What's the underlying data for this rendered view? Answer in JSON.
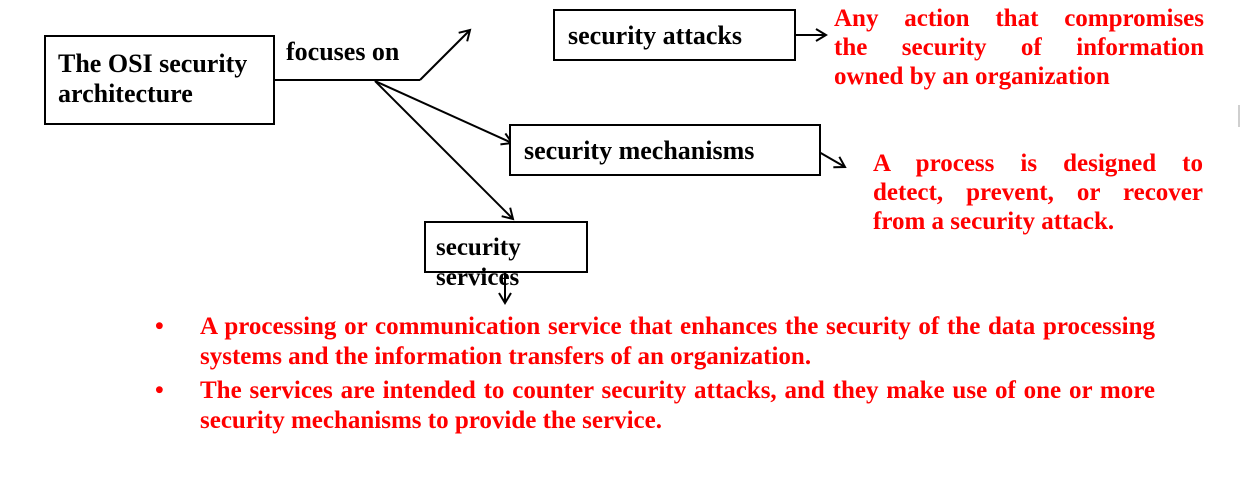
{
  "diagram": {
    "root": {
      "label_line1": "The OSI security",
      "label_line2": "architecture"
    },
    "connector_label": "focuses on",
    "nodes": [
      {
        "id": "attacks",
        "label": "security attacks",
        "description": [
          "Any action that compromises",
          "the security of information",
          "owned by an organization"
        ]
      },
      {
        "id": "mechanisms",
        "label": "security mechanisms",
        "description": [
          "A process is designed to",
          "detect, prevent, or recover",
          "from a security attack."
        ]
      },
      {
        "id": "services",
        "label": "security services",
        "bullets": [
          "A processing or communication service that enhances the security of the data processing systems and the information transfers of an organization.",
          "The services are intended to counter security attacks, and they make use of one or more security mechanisms to provide the service."
        ]
      }
    ],
    "bullet_glyph": "•",
    "colors": {
      "line": "#000000",
      "description_text": "#ff0000",
      "box_text": "#000000"
    }
  }
}
